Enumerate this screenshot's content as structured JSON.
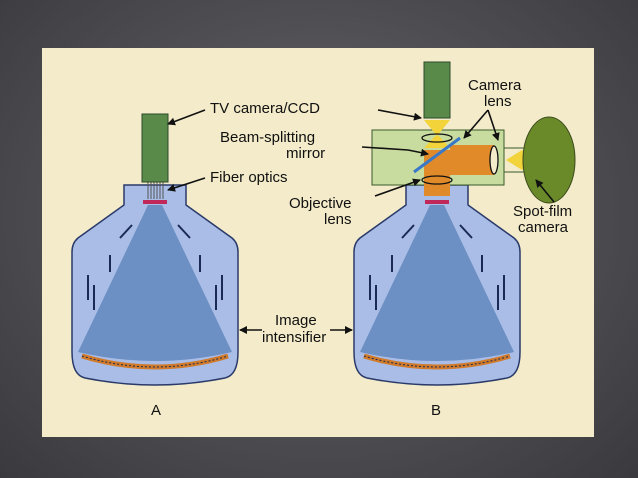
{
  "figure": {
    "labels": {
      "tv_camera": "TV camera/CCD",
      "fiber_optics": "Fiber optics",
      "beam_splitting_1": "Beam-splitting",
      "beam_splitting_2": "mirror",
      "objective_1": "Objective",
      "objective_2": "lens",
      "camera_lens_1": "Camera",
      "camera_lens_2": "lens",
      "spot_film_1": "Spot-film",
      "spot_film_2": "camera",
      "image_int_1": "Image",
      "image_int_2": "intensifier",
      "panel_a": "A",
      "panel_b": "B"
    },
    "colors": {
      "slide_bg": "#4e4e52",
      "panel_bg": "#f3ebc9",
      "tube_fill": "#a9bde6",
      "tube_stroke": "#2a3a6a",
      "cone_fill": "#6c8fc4",
      "phosphor": "#d07a2a",
      "camera_green": "#5a8a4a",
      "housing_green": "#c8dca0",
      "orange_beam": "#e08a2a",
      "yellow_lens": "#f2d43a",
      "spot_film": "#6a8a2a",
      "mirror_blue": "#3a78c8"
    }
  }
}
